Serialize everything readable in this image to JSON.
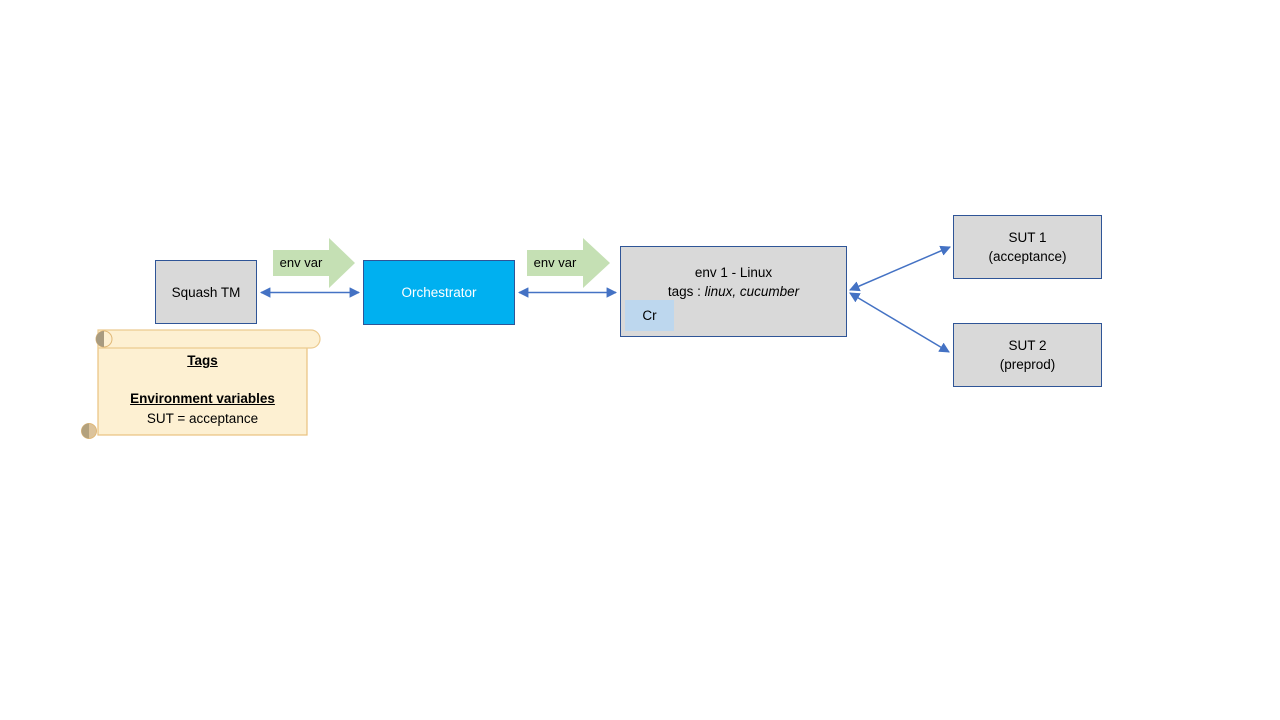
{
  "diagram": {
    "nodes": {
      "squash_tm": {
        "label": "Squash TM"
      },
      "orchestrator": {
        "label": "Orchestrator"
      },
      "env1": {
        "title": "env 1 - Linux",
        "tags_label": "tags : ",
        "tags_value": "linux, cucumber",
        "badge": "Cr"
      },
      "sut1": {
        "name": "SUT 1",
        "detail": "(acceptance)"
      },
      "sut2": {
        "name": "SUT 2",
        "detail": "(preprod)"
      }
    },
    "flow_labels": {
      "arrow1": "env var",
      "arrow2": "env var"
    },
    "note": {
      "heading1": "Tags",
      "heading2": "Environment variables",
      "line1": "SUT = acceptance"
    },
    "colors": {
      "box_fill": "#D9D9D9",
      "box_border": "#2F5597",
      "orchestrator_fill": "#00B0F0",
      "orchestrator_text": "#FFFFFF",
      "connector_blue": "#4472C4",
      "flow_arrow_green": "#C5E0B4",
      "badge_fill": "#BDD7EE",
      "note_fill": "#FDF0D2",
      "note_border": "#E9C27E",
      "note_curl_shadow": "#A89B80"
    }
  }
}
